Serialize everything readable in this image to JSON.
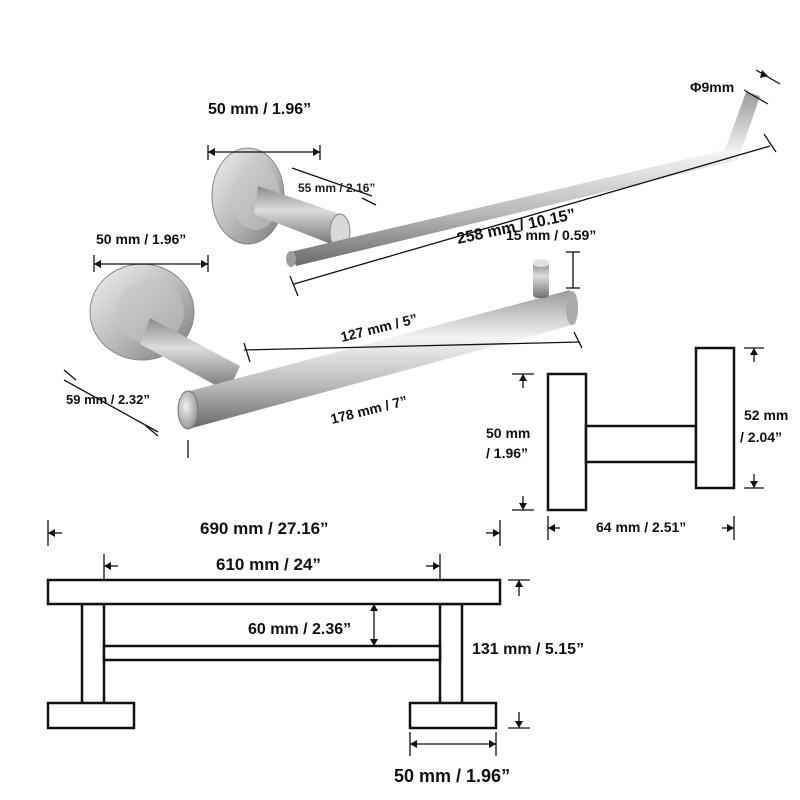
{
  "colors": {
    "metal_light": "#e6e6e6",
    "metal_mid": "#b4b4b4",
    "metal_dark": "#6e6e6e",
    "line": "#111111"
  },
  "towel_ring": {
    "base_diameter": "50 mm / 1.96”",
    "arm_length": "55 mm / 2.16”",
    "rod_length": "258 mm / 10.15”",
    "rod_diameter": "Φ9mm"
  },
  "paper_holder": {
    "base_diameter": "50 mm /  1.96”",
    "lip_height": "15 mm / 0.59”",
    "inner_length": "127 mm /  5”",
    "projection": "59 mm / 2.32”",
    "total_length": "178 mm /  7”"
  },
  "robe_hook": {
    "base_height_line1": "50 mm",
    "base_height_line2": "/ 1.96”",
    "cap_height_line1": "52 mm",
    "cap_height_line2": "/ 2.04”",
    "depth": "64 mm / 2.51”"
  },
  "towel_bar": {
    "overall_length": "690 mm / 27.16”",
    "inner_length": "610 mm / 24”",
    "rail_gap": "60 mm / 2.36”",
    "projection": "131 mm / 5.15”",
    "base_width": "50  mm / 1.96”"
  }
}
